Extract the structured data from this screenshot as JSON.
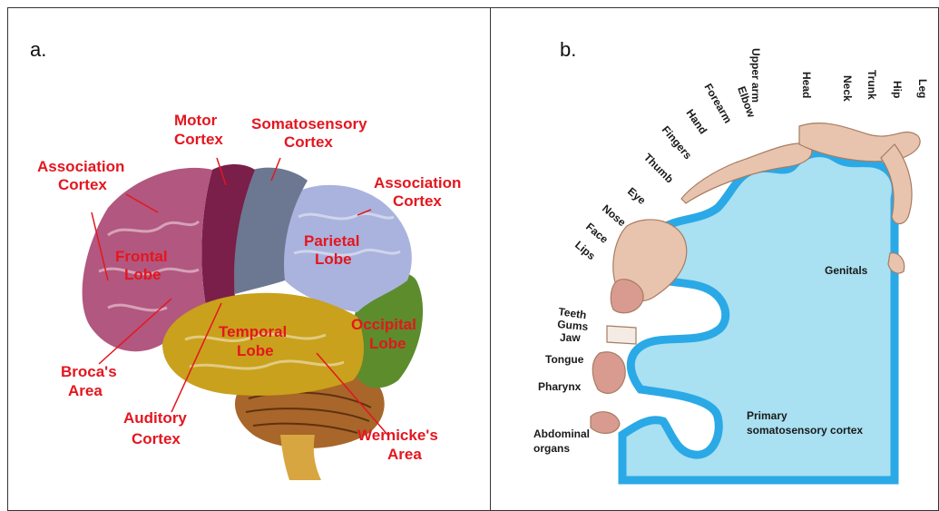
{
  "panels": {
    "a": {
      "letter": "a.",
      "labels": {
        "association_left_1": "Association",
        "association_left_2": "Cortex",
        "motor_1": "Motor",
        "motor_2": "Cortex",
        "somato_1": "Somatosensory",
        "somato_2": "Cortex",
        "association_right_1": "Association",
        "association_right_2": "Cortex",
        "frontal_1": "Frontal",
        "frontal_2": "Lobe",
        "parietal_1": "Parietal",
        "parietal_2": "Lobe",
        "temporal_1": "Temporal",
        "temporal_2": "Lobe",
        "occipital_1": "Occipital",
        "occipital_2": "Lobe",
        "broca_1": "Broca's",
        "broca_2": "Area",
        "auditory_1": "Auditory",
        "auditory_2": "Cortex",
        "wernicke_1": "Wernicke's",
        "wernicke_2": "Area"
      },
      "colors": {
        "frontal": "#b2577f",
        "motor": "#7a1e4a",
        "somatosensory": "#6c7892",
        "parietal": "#a9b3dd",
        "temporal": "#c9a11c",
        "occipital": "#5c8c2c",
        "cerebellum": "#a8662a",
        "labels": "#e4161f"
      }
    },
    "b": {
      "letter": "b.",
      "labels": {
        "upper_arm": "Upper arm",
        "head": "Head",
        "neck": "Neck",
        "trunk": "Trunk",
        "hip": "Hip",
        "leg": "Leg",
        "elbow": "Elbow",
        "forearm": "Forearm",
        "hand": "Hand",
        "fingers": "Fingers",
        "thumb": "Thumb",
        "eye": "Eye",
        "nose": "Nose",
        "face": "Face",
        "lips": "Lips",
        "genitals": "Genitals",
        "teeth": "Teeth",
        "gums": "Gums",
        "jaw": "Jaw",
        "tongue": "Tongue",
        "pharynx": "Pharynx",
        "abdominal_1": "Abdominal",
        "abdominal_2": "organs",
        "primary_1": "Primary",
        "primary_2": "somatosensory cortex"
      },
      "colors": {
        "cortex": "#a9e0f2",
        "cortex_edge": "#2aa9e6",
        "homunculus": "#e8c4ae"
      }
    }
  }
}
